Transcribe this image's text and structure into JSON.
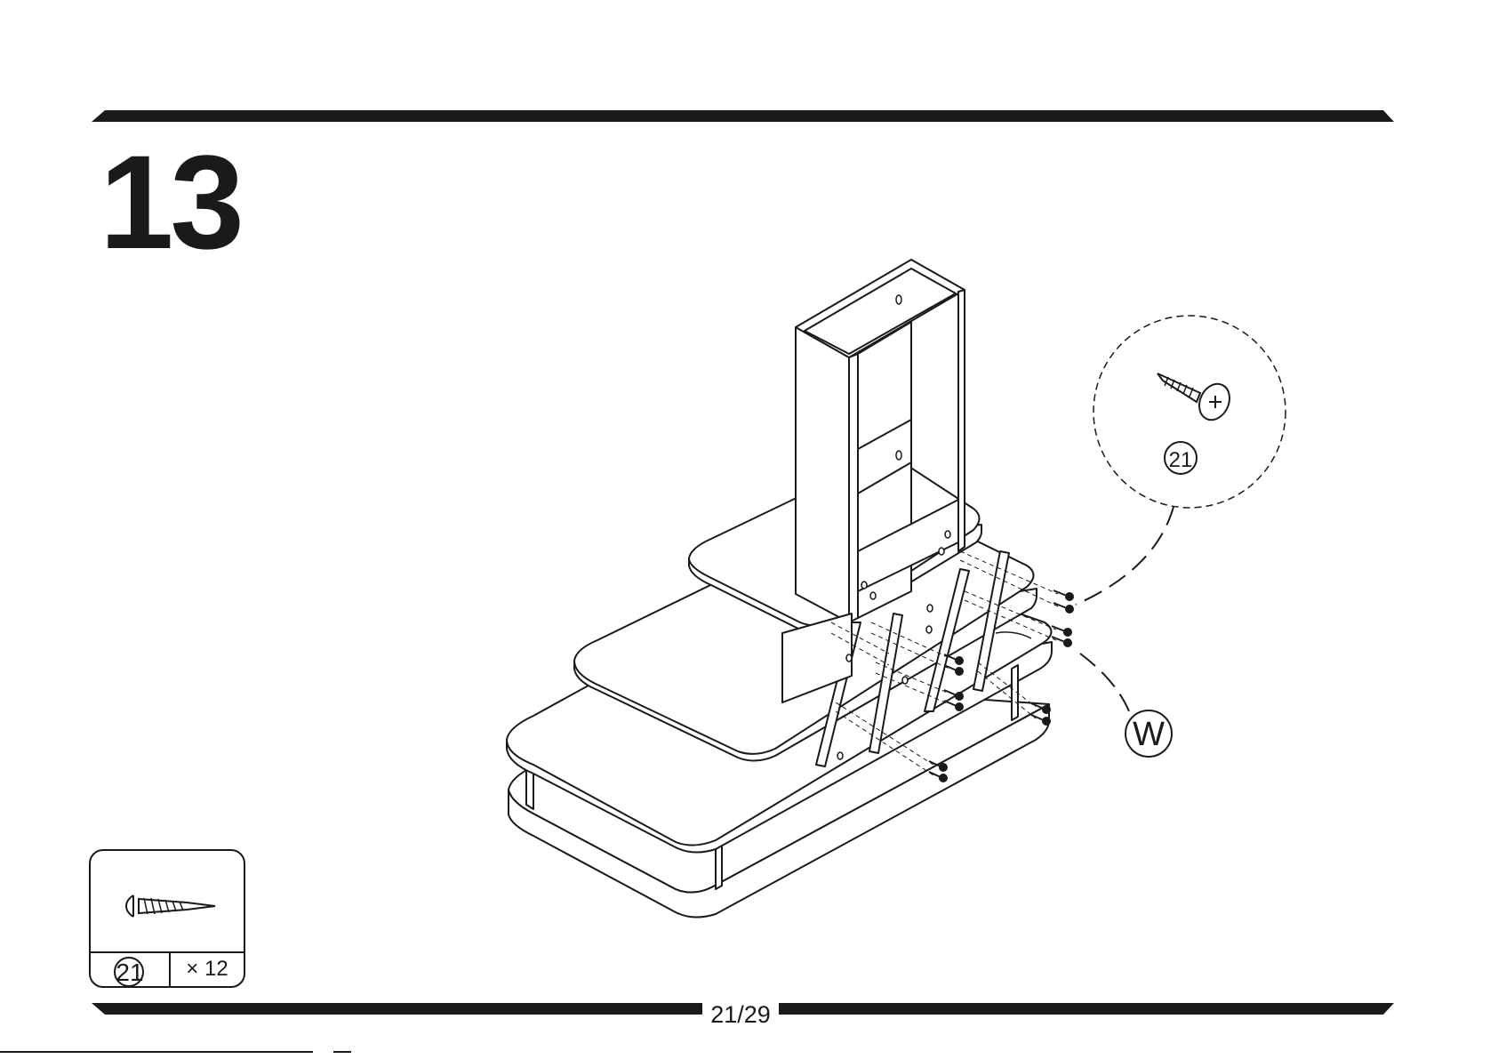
{
  "step": {
    "number": "13"
  },
  "footer": {
    "page": "21/29"
  },
  "parts": [
    {
      "code": "21",
      "quantity": "× 12",
      "icon": "screw-icon"
    }
  ],
  "callouts": {
    "screw_detail": {
      "code": "21",
      "icon": "screw-icon"
    },
    "wall_label": "W"
  }
}
